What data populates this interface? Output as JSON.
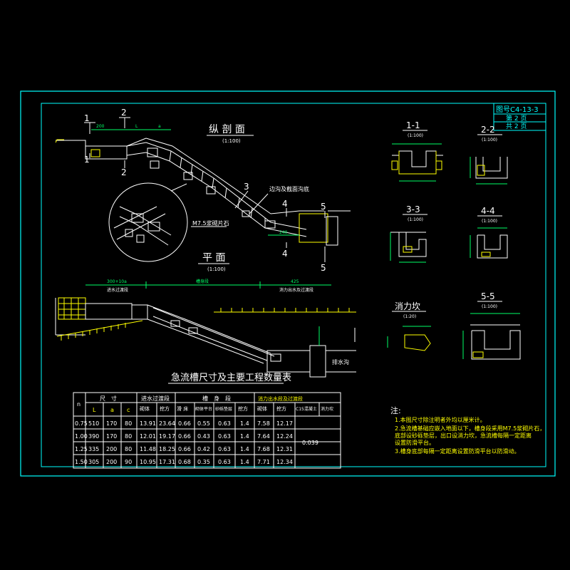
{
  "title_block": {
    "drawing_no": "图号C4-13-3",
    "sheet_label": "第 2 页",
    "total_label": "共 2 页"
  },
  "views": {
    "profile_title": "纵 剖 面",
    "profile_scale": "(1:100)",
    "plan_title": "平 面",
    "plan_scale": "(1:100)",
    "sec11_title": "1-1",
    "sec11_scale": "(1:100)",
    "sec22_title": "2-2",
    "sec22_scale": "(1:100)",
    "sec33_title": "3-3",
    "sec33_scale": "(1:100)",
    "sec44_title": "4-4",
    "sec44_scale": "(1:100)",
    "sec55_title": "5-5",
    "sec55_scale": "(1:100)",
    "baffle_title": "消力坎",
    "baffle_scale": "(1:20)"
  },
  "profile_labels": {
    "mortar": "M7.5浆砌片石",
    "sideditch": "边沟及截面沟底",
    "callout_3": "3",
    "cut_1": "1",
    "cut_2": "2",
    "cut_4": "4",
    "cut_5": "5",
    "dim_200": "200",
    "dim_L": "L",
    "dim_a": "a",
    "dim_240": "240"
  },
  "plan_labels": {
    "inlet": "进水过渡段",
    "trough": "槽身段",
    "outlet": "消力出水及过渡段",
    "dim_inlet": "300+10a",
    "dim_trough": "槽身段",
    "dim_outlet": "425",
    "ditch": "排水沟"
  },
  "table": {
    "caption": "急流槽尺寸及主要工程数量表",
    "group_size": "尺　寸",
    "group_inlet": "进水过渡段",
    "group_body": "槽　身　段",
    "group_outlet": "消力出水段及过渡段",
    "col_n": "n",
    "col_L": "L",
    "col_a": "a",
    "col_c": "c",
    "col_inlet_masonry": "砌体",
    "col_inlet_dig": "挖方",
    "col_body_1": "滑 床",
    "col_body_2": "砌体平台",
    "col_body_3": "砂砾垫层",
    "col_body_4": "挖方",
    "col_out_masonry": "砌体",
    "col_out_dig": "挖方",
    "col_out_c15": "C15混凝土",
    "col_out_baffle": "消力坎",
    "rows": [
      {
        "n": "0.75",
        "L": "510",
        "a": "170",
        "c": "80",
        "m1": "13.91",
        "d1": "23.64",
        "b1": "0.66",
        "b2": "0.55",
        "b3": "0.63",
        "b4": "1.4",
        "m2": "7.58",
        "d2": "12.17"
      },
      {
        "n": "1.00",
        "L": "390",
        "a": "170",
        "c": "80",
        "m1": "12.01",
        "d1": "19.17",
        "b1": "0.66",
        "b2": "0.43",
        "b3": "0.63",
        "b4": "1.4",
        "m2": "7.64",
        "d2": "12.24"
      },
      {
        "n": "1.25",
        "L": "335",
        "a": "200",
        "c": "80",
        "m1": "11.48",
        "d1": "18.25",
        "b1": "0.66",
        "b2": "0.42",
        "b3": "0.63",
        "b4": "1.4",
        "m2": "7.68",
        "d2": "12.31"
      },
      {
        "n": "1.50",
        "L": "305",
        "a": "200",
        "c": "90",
        "m1": "10.95",
        "d1": "17.31",
        "b1": "0.68",
        "b2": "0.35",
        "b3": "0.63",
        "b4": "1.4",
        "m2": "7.71",
        "d2": "12.34"
      }
    ],
    "shared_value": "0.039"
  },
  "notes": {
    "heading": "注:",
    "line1": "1.本图尺寸除注明者外均以厘米计。",
    "line2": "2.急流槽基础应嵌入地面以下，槽身段采用M7.5浆砌片石，",
    "line3": "  底部设砂砾垫层，出口设消力坎，急流槽每隔一定距离",
    "line4": "  设置防滑平台。",
    "line5": "3.槽身底部每隔一定距离设置防滑平台以防滑动。"
  },
  "colors": {
    "frame": "#00ffff",
    "line": "#ffffff",
    "dim": "#00ff66",
    "text_yellow": "#ffff00",
    "hatch": "#ffff00",
    "accent": "#ff00ff"
  }
}
